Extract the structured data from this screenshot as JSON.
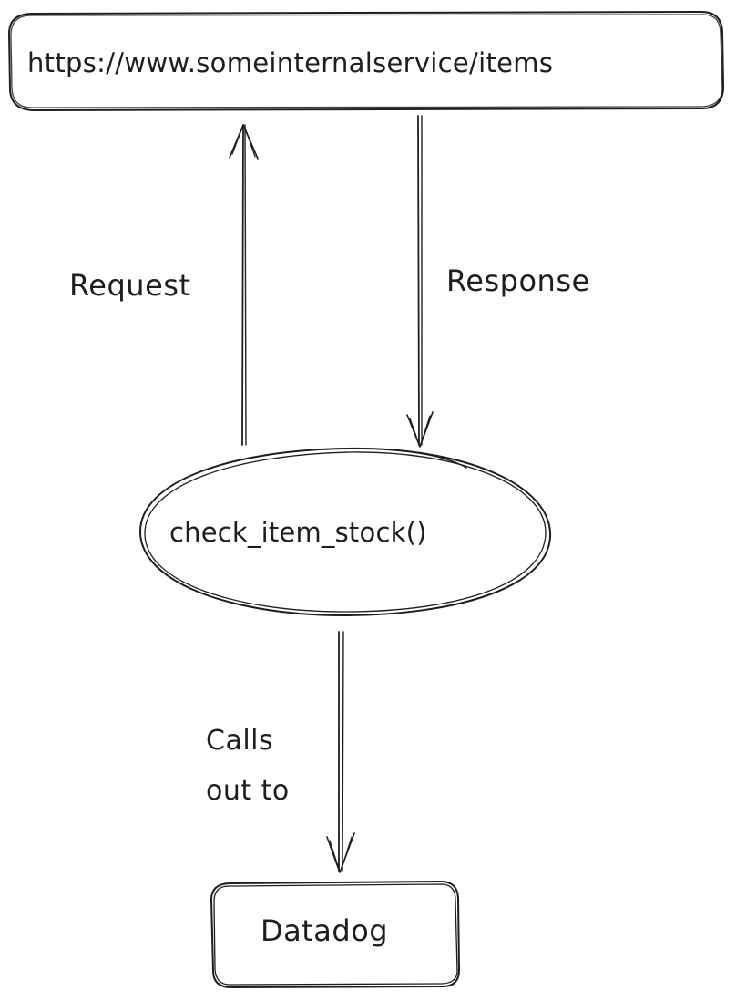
{
  "nodes": {
    "service_url": "https://www.someinternalservice/items",
    "function_name": "check_item_stock()",
    "datadog": "Datadog"
  },
  "edges": {
    "request": "Request",
    "response": "Response",
    "calls_out_to": "Calls\nout to"
  },
  "colors": {
    "stroke": "#1e1e1e",
    "background": "#ffffff"
  }
}
